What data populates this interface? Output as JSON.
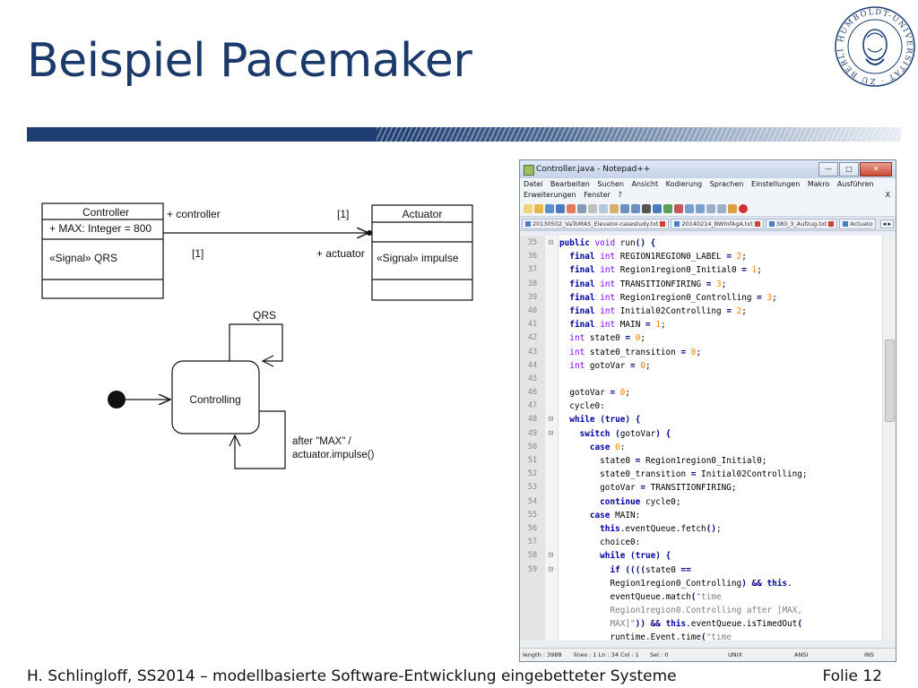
{
  "slide": {
    "title": "Beispiel Pacemaker",
    "footer": "H. Schlingloff, SS2014 – modellbasierte Software-Entwicklung eingebetteter Systeme",
    "folie": "Folie 12",
    "seal_text": "HUMBOLDT-UNIVERSITÄT ZU BERLIN"
  },
  "uml": {
    "controller_class": "Controller",
    "controller_attr": "+ MAX: Integer = 800",
    "controller_op": "«Signal» QRS",
    "actuator_class": "Actuator",
    "actuator_op": "«Signal» impulse",
    "role_controller": "+ controller",
    "role_actuator": "+ actuator",
    "mult_left": "[1]",
    "mult_right": "[1]",
    "state_name": "Controlling",
    "trigger_qrs": "QRS",
    "transition_line1": "after \"MAX\" /",
    "transition_line2": "actuator.impulse()"
  },
  "npp": {
    "window_title": "Controller.java - Notepad++",
    "menu_row1": [
      "Datei",
      "Bearbeiten",
      "Suchen",
      "Ansicht",
      "Kodierung",
      "Sprachen",
      "Einstellungen",
      "Makro",
      "Ausführen"
    ],
    "menu_row2": [
      "Erweiterungen",
      "Fenster",
      "?"
    ],
    "menu_close": "X",
    "tabs": [
      "20130502_VaToMAS_Elevator-casestudy.txt",
      "20140214_BWInfAgA.txt",
      "380_3_Aufzug.txt",
      "Actuato"
    ],
    "status": {
      "length": "length : 3988",
      "lines": "lines : 1  Ln : 34",
      "col": "Col : 1",
      "sel": "Sel : 0",
      "eol": "UNIX",
      "enc": "ANSI",
      "mode": "INS"
    }
  }
}
